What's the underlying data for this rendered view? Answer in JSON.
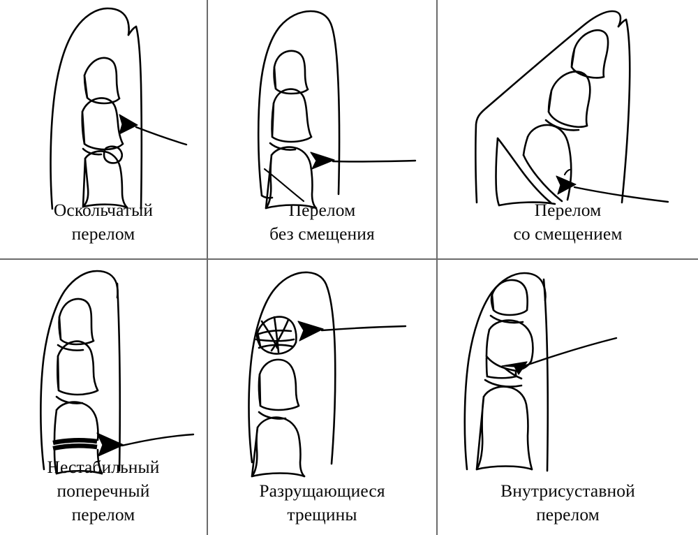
{
  "figure": {
    "title_text": "",
    "background_color": "#ffffff",
    "ink_color": "#000000",
    "divider_color": "#6b6b6b",
    "columns": 3,
    "rows": 2
  },
  "cells": [
    {
      "id": "comminuted-fracture",
      "caption": "Оскольчатый\nперелом",
      "illustration_name": "finger-comminuted-fracture-diagram",
      "arrow_name": "arrow-pointing-to-bone-fragment",
      "bones": [
        "distal phalanx",
        "middle phalanx",
        "proximal phalanx",
        "bone fragment"
      ]
    },
    {
      "id": "non-displaced-fracture",
      "caption": "Перелом\nбез смещения",
      "illustration_name": "finger-non-displaced-fracture-diagram",
      "arrow_name": "arrow-pointing-to-oblique-fracture-line",
      "bones": [
        "distal phalanx",
        "middle phalanx",
        "proximal phalanx"
      ]
    },
    {
      "id": "displaced-fracture",
      "caption": "Перелом\nсо смещением",
      "illustration_name": "finger-displaced-angulated-fracture-diagram",
      "arrow_name": "arrow-pointing-to-displaced-bone-end",
      "bones": [
        "distal phalanx",
        "middle phalanx",
        "proximal phalanx",
        "angulated fragment"
      ]
    },
    {
      "id": "unstable-transverse-fracture",
      "caption": "Нестабильный\nпоперечный\nперелом",
      "illustration_name": "finger-unstable-transverse-fracture-diagram",
      "arrow_name": "arrow-pointing-to-transverse-fracture-line",
      "bones": [
        "distal phalanx",
        "middle phalanx",
        "proximal phalanx"
      ]
    },
    {
      "id": "crush-cracks",
      "caption": "Разрущающиеся\nтрещины",
      "illustration_name": "finger-crush-cracks-diagram",
      "arrow_name": "arrow-pointing-to-shattered-tip",
      "bones": [
        "distal phalanx (shattered)",
        "middle phalanx",
        "proximal phalanx"
      ]
    },
    {
      "id": "intra-articular-fracture",
      "caption": "Внутрисуставной\nперелом",
      "illustration_name": "finger-intra-articular-fracture-diagram",
      "arrow_name": "arrow-pointing-to-joint-surface-fracture",
      "bones": [
        "distal phalanx",
        "middle phalanx",
        "proximal phalanx"
      ]
    }
  ]
}
